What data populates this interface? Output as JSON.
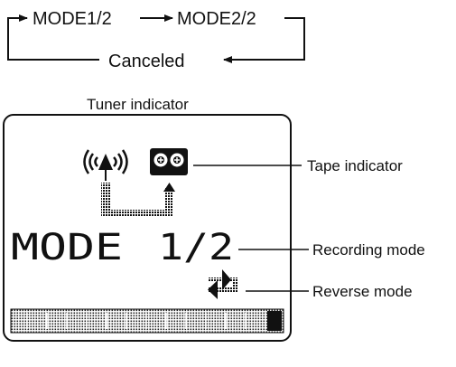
{
  "cycle": {
    "step1": "MODE1/2",
    "step2": "MODE2/2",
    "step3": "Canceled"
  },
  "display": {
    "mode_text": "MODE",
    "mode_value": "1/2"
  },
  "callouts": {
    "tuner": "Tuner indicator",
    "tape": "Tape indicator",
    "recording": "Recording mode",
    "reverse": "Reverse mode"
  },
  "icons": {
    "tuner": "antenna-broadcast-icon",
    "tape": "cassette-tape-icon",
    "reverse": "reverse-arrow-icon"
  }
}
